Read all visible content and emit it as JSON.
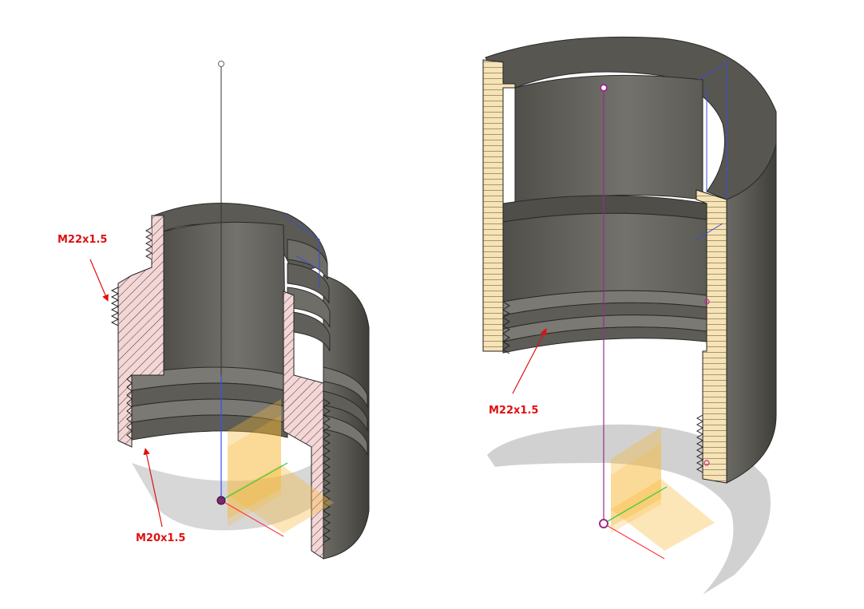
{
  "colors": {
    "background": "#ffffff",
    "annotation_red": "#e01010",
    "steel_dark": "#4a4945",
    "steel_mid": "#6c6b66",
    "steel_light": "#8b8a84",
    "section_pink": "#f3d6d6",
    "section_yellow": "#f6e3b6",
    "hatch": "#3a2a2a",
    "origin_plane": "#f7b733",
    "axis_x": "#ff3b3b",
    "axis_y": "#2ecc40",
    "axis_z": "#3050ff",
    "center_axis": "#9a2a8a",
    "shadow": "#cfcfcf",
    "sketch_blue": "#3b4fd0"
  },
  "left_part": {
    "label_top": "M22x1.5",
    "label_bottom": "M20x1.5"
  },
  "right_part": {
    "label": "M22x1.5"
  }
}
